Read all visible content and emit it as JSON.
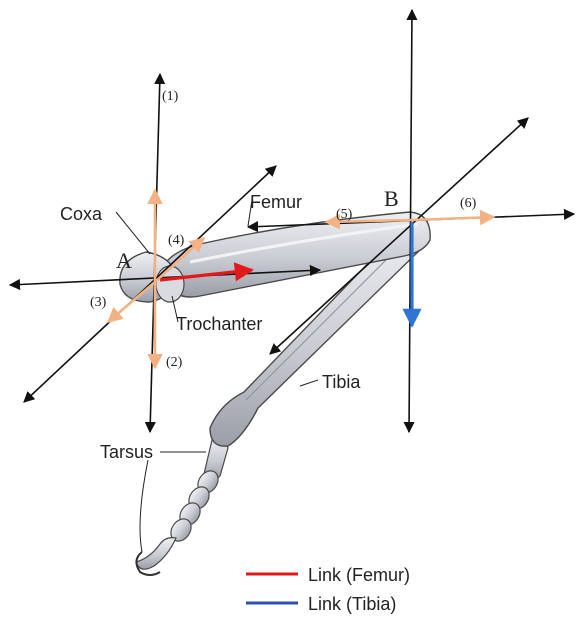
{
  "labels": {
    "coxa": "Coxa",
    "femur": "Femur",
    "trochanter": "Trochanter",
    "tibia": "Tibia",
    "tarsus": "Tarsus",
    "point_a": "A",
    "point_b": "B"
  },
  "axis_numbers": {
    "n1": "(1)",
    "n2": "(2)",
    "n3": "(3)",
    "n4": "(4)",
    "n5": "(5)",
    "n6": "(6)"
  },
  "legend": {
    "femur_link": "Link (Femur)",
    "tibia_link": "Link (Tibia)"
  },
  "colors": {
    "axis": "#111111",
    "joint_axis": "#f4b183",
    "femur_link": "#e31a1c",
    "tibia_link": "#2e75d6",
    "leg_fill": "#cfd2d8",
    "leg_stroke": "#4a4a4a"
  }
}
